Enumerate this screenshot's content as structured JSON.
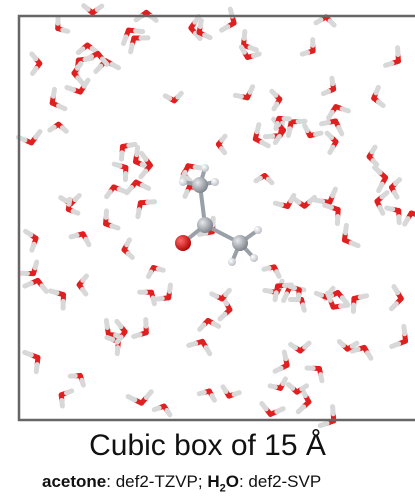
{
  "caption": {
    "title": "Cubic box of 15 Å",
    "solute_name": "acetone",
    "solute_basis": ": def2-TZVP; ",
    "solvent_prefix": "H",
    "solvent_sub": "2",
    "solvent_suffix": "O",
    "solvent_basis": ": def2-SVP"
  },
  "colors": {
    "box_border": "#666666",
    "oxygen": "#e02020",
    "hydrogen": "#d8d8d8",
    "carbon": "#8a9099"
  }
}
